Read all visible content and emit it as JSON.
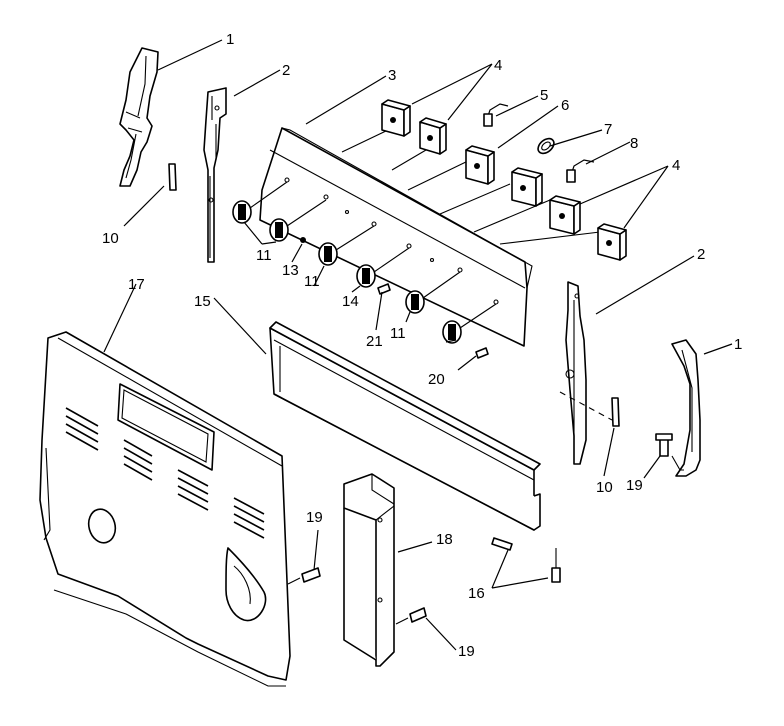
{
  "diagram": {
    "callouts": [
      {
        "id": "c1a",
        "text": "1"
      },
      {
        "id": "c2a",
        "text": "2"
      },
      {
        "id": "c3",
        "text": "3"
      },
      {
        "id": "c4a",
        "text": "4"
      },
      {
        "id": "c5",
        "text": "5"
      },
      {
        "id": "c6",
        "text": "6"
      },
      {
        "id": "c7",
        "text": "7"
      },
      {
        "id": "c8",
        "text": "8"
      },
      {
        "id": "c4b",
        "text": "4"
      },
      {
        "id": "c2b",
        "text": "2"
      },
      {
        "id": "c1b",
        "text": "1"
      },
      {
        "id": "c10a",
        "text": "10"
      },
      {
        "id": "c11a",
        "text": "11"
      },
      {
        "id": "c13",
        "text": "13"
      },
      {
        "id": "c11b",
        "text": "11"
      },
      {
        "id": "c14",
        "text": "14"
      },
      {
        "id": "c21",
        "text": "21"
      },
      {
        "id": "c11c",
        "text": "11"
      },
      {
        "id": "c20",
        "text": "20"
      },
      {
        "id": "c17",
        "text": "17"
      },
      {
        "id": "c15",
        "text": "15"
      },
      {
        "id": "c10b",
        "text": "10"
      },
      {
        "id": "c19a",
        "text": "19"
      },
      {
        "id": "c19b",
        "text": "19"
      },
      {
        "id": "c18",
        "text": "18"
      },
      {
        "id": "c16",
        "text": "16"
      },
      {
        "id": "c19c",
        "text": "19"
      }
    ]
  }
}
